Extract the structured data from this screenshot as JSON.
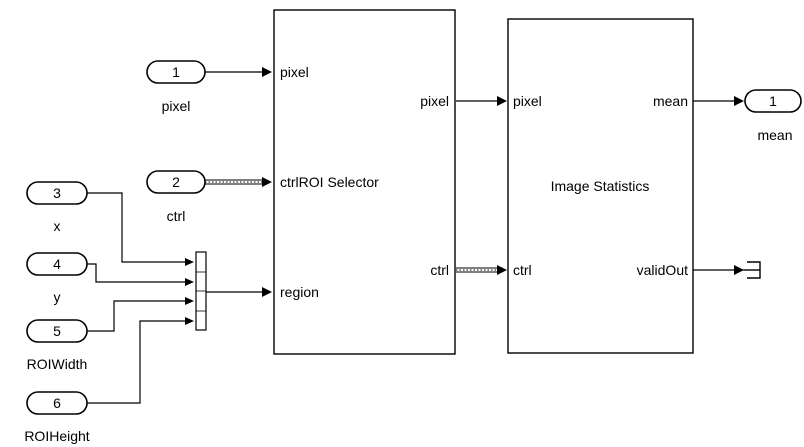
{
  "diagram": {
    "inports": [
      {
        "number": "1",
        "name": "pixel"
      },
      {
        "number": "2",
        "name": "ctrl"
      },
      {
        "number": "3",
        "name": "x"
      },
      {
        "number": "4",
        "name": "y"
      },
      {
        "number": "5",
        "name": "ROIWidth"
      },
      {
        "number": "6",
        "name": "ROIHeight"
      }
    ],
    "outports": [
      {
        "number": "1",
        "name": "mean"
      }
    ],
    "roi_selector": {
      "name": "ctrlROI Selector",
      "inputs": [
        "pixel",
        "region"
      ],
      "outputs": [
        "pixel",
        "ctrl"
      ]
    },
    "image_statistics": {
      "name": "Image Statistics",
      "inputs": [
        "pixel",
        "ctrl"
      ],
      "outputs": [
        "mean",
        "validOut"
      ]
    }
  }
}
